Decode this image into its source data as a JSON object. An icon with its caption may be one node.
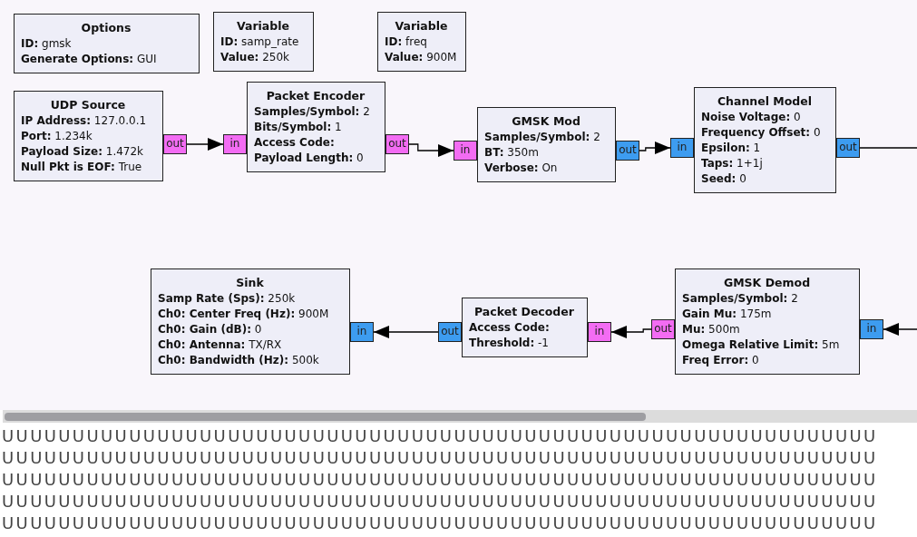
{
  "diagram": {
    "nodes": [
      {
        "text": [
          "Options",
          "**ID:** gmsk",
          "**Generate Options:** GUI"
        ]
      },
      {
        "text": [
          "Variable",
          "**ID:** samp_rate",
          "**Value:** 250k"
        ]
      },
      {
        "text": [
          "Variable",
          "**ID:** freq",
          "**Value:** 900M"
        ]
      },
      {
        "text": [
          "UDP Source",
          "**IP Address:** 127.0.0.1",
          "**Port:** 1.234k",
          "**Payload Size:** 1.472k",
          "**Null Pkt is EOF:** True"
        ]
      },
      {
        "text": [
          "out"
        ]
      },
      {
        "text": [
          "in"
        ]
      },
      {
        "text": [
          "Packet Encoder",
          "**Samples/Symbol:** 2",
          "**Bits/Symbol:** 1",
          "**Access Code:**",
          "**Payload Length:** 0"
        ]
      },
      {
        "text": [
          "out"
        ]
      },
      {
        "text": [
          "in"
        ]
      },
      {
        "text": [
          "GMSK Mod",
          "**Samples/Symbol:** 2",
          "**BT:** 350m",
          "**Verbose:** On"
        ]
      },
      {
        "text": [
          "out"
        ]
      },
      {
        "text": [
          "in"
        ]
      },
      {
        "text": [
          "Channel Model",
          "**Noise Voltage:** 0",
          "**Frequency Offset:** 0",
          "**Epsilon:** 1",
          "**Taps:** 1+1j",
          "**Seed:** 0"
        ]
      },
      {
        "text": [
          "out"
        ]
      },
      {
        "text": [
          "Sink",
          "**Samp Rate (Sps):** 250k",
          "**Ch0: Center Freq (Hz):** 900M",
          "**Ch0: Gain (dB):** 0",
          "**Ch0: Antenna:** TX/RX",
          "**Ch0: Bandwidth (Hz):** 500k"
        ]
      },
      {
        "text": [
          "in"
        ]
      },
      {
        "text": [
          "out"
        ]
      },
      {
        "text": [
          "Packet Decoder",
          "**Access Code:**",
          "**Threshold:** -1"
        ]
      },
      {
        "text": [
          "in"
        ]
      },
      {
        "text": [
          "out"
        ]
      },
      {
        "text": [
          "GMSK Demod",
          "**Samples/Symbol:** 2",
          "**Gain Mu:** 175m",
          "**Mu:** 500m",
          "**Omega Relative Limit:** 5m",
          "**Freq Error:** 0"
        ]
      },
      {
        "text": [
          "in"
        ]
      }
    ],
    "edges": [
      {
        "from": 4,
        "to": 5,
        "arrow": "to"
      },
      {
        "from": 7,
        "to": 8,
        "arrow": "to"
      },
      {
        "from": 10,
        "to": 11,
        "arrow": "to"
      },
      {
        "from": 13,
        "to": null,
        "arrow": "none"
      },
      {
        "from": null,
        "to": 21,
        "arrow": "to"
      },
      {
        "from": 19,
        "to": 18,
        "arrow": "to"
      },
      {
        "from": 16,
        "to": 15,
        "arrow": "to"
      }
    ],
    "labels": [
      "UUUUUUUUUUUUUUUUUUUUUUUUUUUUUUUUUUUUUUUUUUUUUUUUUUUUUUUUUUUUUU",
      "UUUUUUUUUUUUUUUUUUUUUUUUUUUUUUUUUUUUUUUUUUUUUUUUUUUUUUUUUUUUUU",
      "UUUUUUUUUUUUUUUUUUUUUUUUUUUUUUUUUUUUUUUUUUUUUUUUUUUUUUUUUUUUUU",
      "UUUUUUUUUUUUUUUUUUUUUUUUUUUUUUUUUUUUUUUUUUUUUUUUUUUUUUUUUUUUUU",
      "UUUUUUUUUUUUUUUUUUUUUUUUUUUUUUUUUUUUUUUUUUUUUUUUUUUUUUUUUUUUUU"
    ]
  }
}
